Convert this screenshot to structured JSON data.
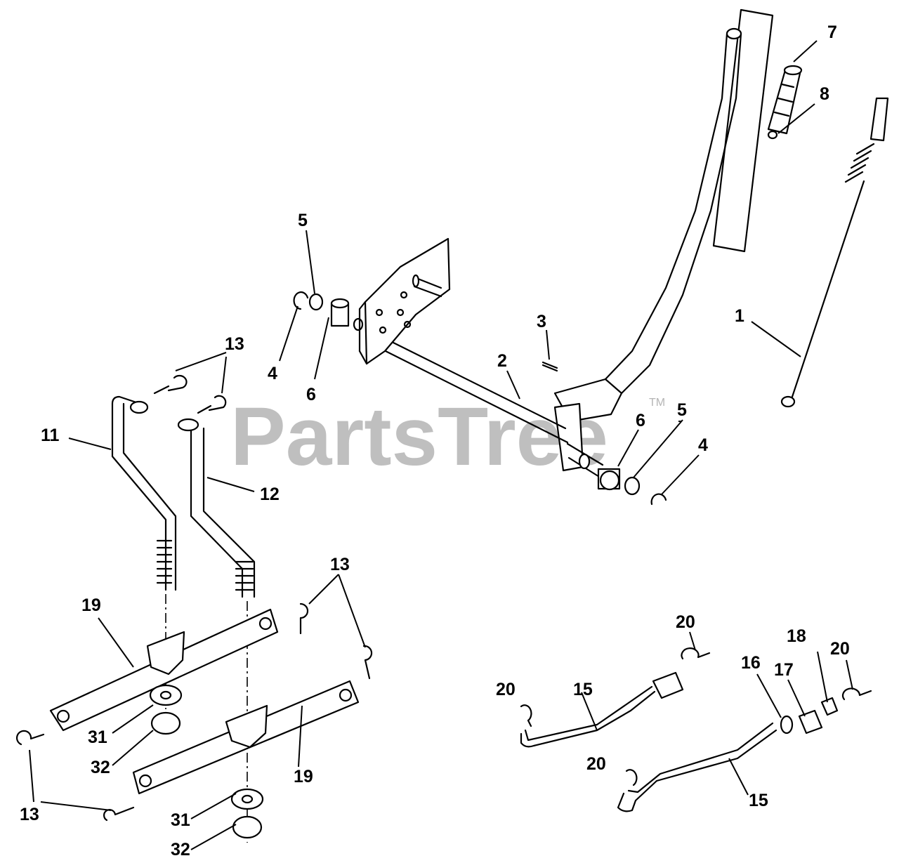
{
  "watermark": {
    "text": "PartsTree",
    "trademark": "TM"
  },
  "callouts": {
    "c1": "1",
    "c2": "2",
    "c3": "3",
    "c4a": "4",
    "c4b": "4",
    "c5a": "5",
    "c5b": "5",
    "c6a": "6",
    "c6b": "6",
    "c7": "7",
    "c8": "8",
    "c11": "11",
    "c12": "12",
    "c13a": "13",
    "c13b": "13",
    "c13c": "13",
    "c15a": "15",
    "c15b": "15",
    "c16": "16",
    "c17": "17",
    "c18": "18",
    "c19a": "19",
    "c19b": "19",
    "c20a": "20",
    "c20b": "20",
    "c20c": "20",
    "c20d": "20",
    "c31a": "31",
    "c31b": "31",
    "c32a": "32",
    "c32b": "32"
  }
}
